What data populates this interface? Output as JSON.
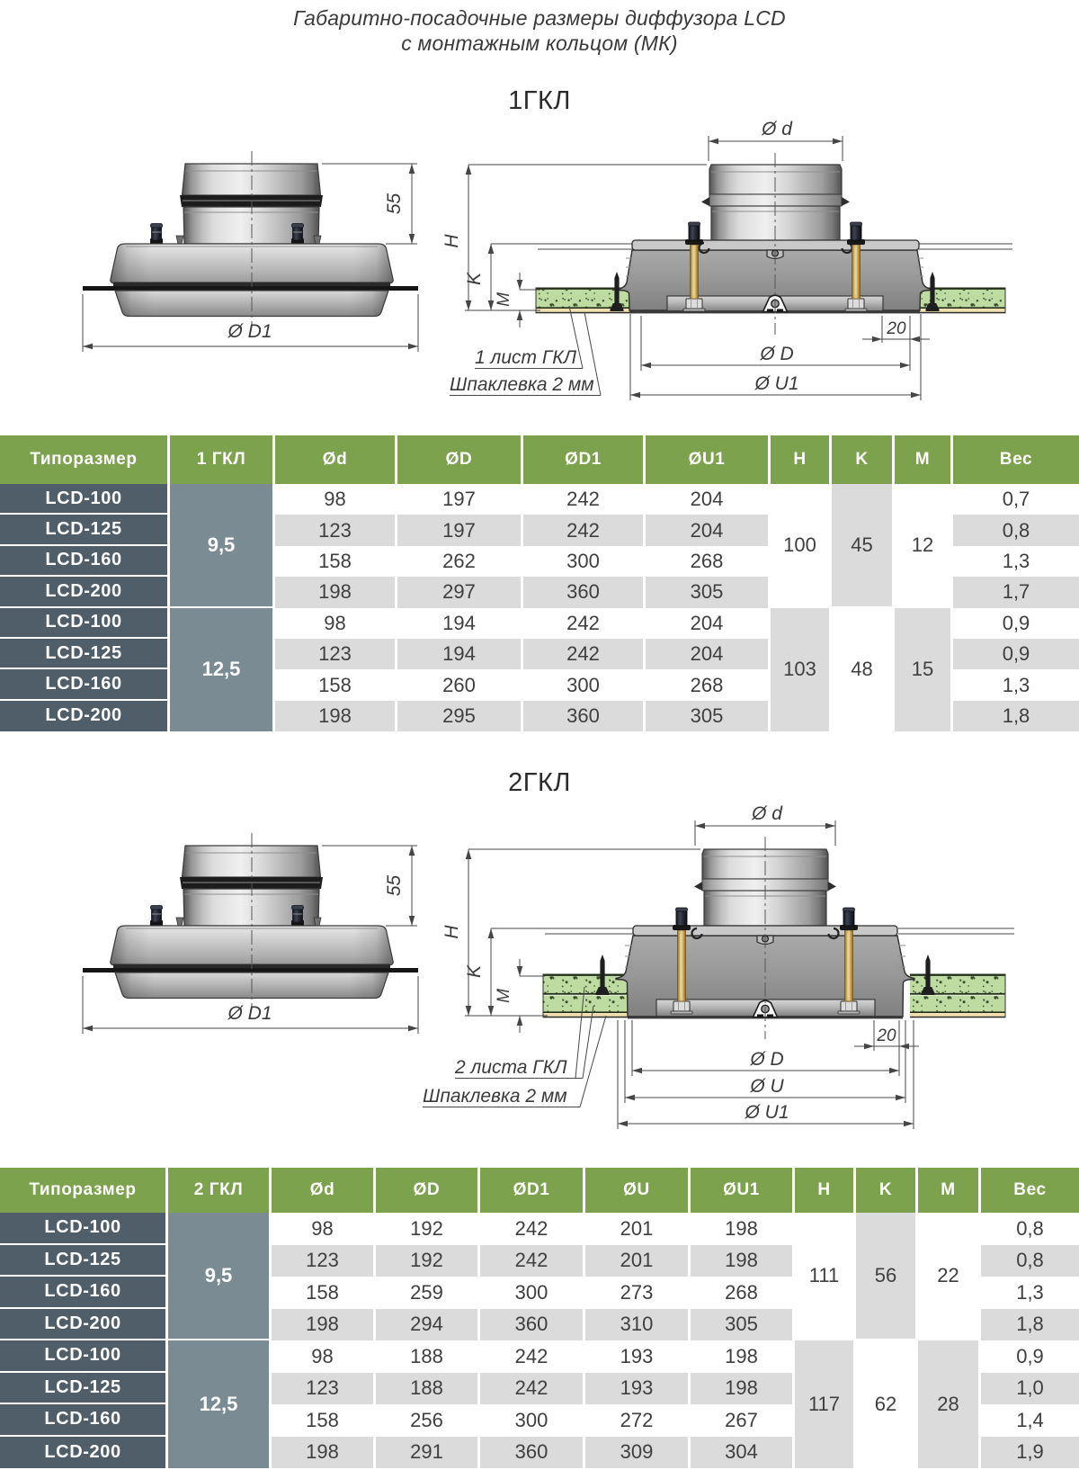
{
  "title": {
    "line1": "Габаритно-посадочные размеры диффузора LCD",
    "line2": "с монтажным кольцом (МК)"
  },
  "colors": {
    "header_green": "#7da24d",
    "typesize_dark": "#4f5e69",
    "group_slate": "#7a8b94",
    "stripe_gray": "#dbdbdb",
    "board_green": "#bedba2",
    "putty_beige": "#f4e4bc",
    "brass": "#d9bb6e"
  },
  "sections": [
    {
      "heading": "1ГКЛ",
      "left_drawing": {
        "dim_55": "55",
        "dim_D1": "Ø D1"
      },
      "right_drawing": {
        "dim_d": "Ø d",
        "dim_H": "H",
        "dim_K": "K",
        "dim_M": "M",
        "dim_20": "20",
        "dim_D": "Ø D",
        "dim_U1": "Ø U1",
        "note_gkl": "1 лист ГКЛ",
        "note_putty": "Шпаклевка 2 мм"
      },
      "table": {
        "headers": [
          "Типоразмер",
          "1 ГКЛ",
          "Ød",
          "ØD",
          "ØD1",
          "ØU1",
          "H",
          "K",
          "M",
          "Вес"
        ],
        "groups": [
          {
            "gkl": "9,5",
            "H": "100",
            "K": "45",
            "M": "12",
            "rows": [
              {
                "name": "LCD-100",
                "d": "98",
                "D": "197",
                "D1": "242",
                "U1": "204",
                "ves": "0,7"
              },
              {
                "name": "LCD-125",
                "d": "123",
                "D": "197",
                "D1": "242",
                "U1": "204",
                "ves": "0,8"
              },
              {
                "name": "LCD-160",
                "d": "158",
                "D": "262",
                "D1": "300",
                "U1": "268",
                "ves": "1,3"
              },
              {
                "name": "LCD-200",
                "d": "198",
                "D": "297",
                "D1": "360",
                "U1": "305",
                "ves": "1,7"
              }
            ]
          },
          {
            "gkl": "12,5",
            "H": "103",
            "K": "48",
            "M": "15",
            "rows": [
              {
                "name": "LCD-100",
                "d": "98",
                "D": "194",
                "D1": "242",
                "U1": "204",
                "ves": "0,9"
              },
              {
                "name": "LCD-125",
                "d": "123",
                "D": "194",
                "D1": "242",
                "U1": "204",
                "ves": "0,9"
              },
              {
                "name": "LCD-160",
                "d": "158",
                "D": "260",
                "D1": "300",
                "U1": "268",
                "ves": "1,3"
              },
              {
                "name": "LCD-200",
                "d": "198",
                "D": "295",
                "D1": "360",
                "U1": "305",
                "ves": "1,8"
              }
            ]
          }
        ]
      }
    },
    {
      "heading": "2ГКЛ",
      "left_drawing": {
        "dim_55": "55",
        "dim_D1": "Ø D1"
      },
      "right_drawing": {
        "dim_d": "Ø d",
        "dim_H": "H",
        "dim_K": "K",
        "dim_M": "M",
        "dim_20": "20",
        "dim_D": "Ø D",
        "dim_U": "Ø U",
        "dim_U1": "Ø U1",
        "note_gkl": "2 листа ГКЛ",
        "note_putty": "Шпаклевка 2 мм"
      },
      "table": {
        "headers": [
          "Типоразмер",
          "2 ГКЛ",
          "Ød",
          "ØD",
          "ØD1",
          "ØU",
          "ØU1",
          "H",
          "K",
          "M",
          "Вес"
        ],
        "groups": [
          {
            "gkl": "9,5",
            "H": "111",
            "K": "56",
            "M": "22",
            "rows": [
              {
                "name": "LCD-100",
                "d": "98",
                "D": "192",
                "D1": "242",
                "U": "201",
                "U1": "198",
                "ves": "0,8"
              },
              {
                "name": "LCD-125",
                "d": "123",
                "D": "192",
                "D1": "242",
                "U": "201",
                "U1": "198",
                "ves": "0,8"
              },
              {
                "name": "LCD-160",
                "d": "158",
                "D": "259",
                "D1": "300",
                "U": "273",
                "U1": "268",
                "ves": "1,3"
              },
              {
                "name": "LCD-200",
                "d": "198",
                "D": "294",
                "D1": "360",
                "U": "310",
                "U1": "305",
                "ves": "1,8"
              }
            ]
          },
          {
            "gkl": "12,5",
            "H": "117",
            "K": "62",
            "M": "28",
            "rows": [
              {
                "name": "LCD-100",
                "d": "98",
                "D": "188",
                "D1": "242",
                "U": "193",
                "U1": "198",
                "ves": "0,9"
              },
              {
                "name": "LCD-125",
                "d": "123",
                "D": "188",
                "D1": "242",
                "U": "193",
                "U1": "198",
                "ves": "1,0"
              },
              {
                "name": "LCD-160",
                "d": "158",
                "D": "256",
                "D1": "300",
                "U": "272",
                "U1": "267",
                "ves": "1,4"
              },
              {
                "name": "LCD-200",
                "d": "198",
                "D": "291",
                "D1": "360",
                "U": "309",
                "U1": "304",
                "ves": "1,9"
              }
            ]
          }
        ]
      }
    }
  ]
}
